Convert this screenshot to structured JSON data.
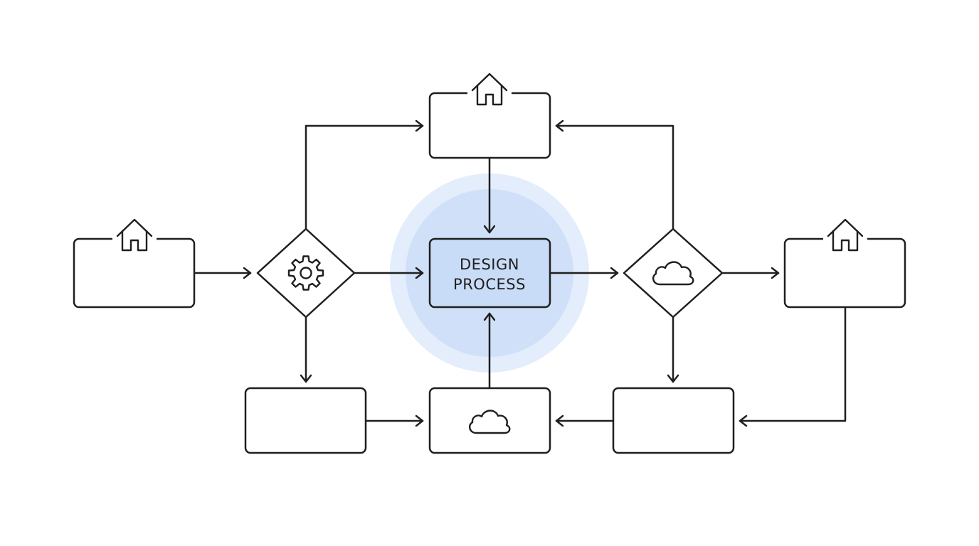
{
  "diagram": {
    "center_node": {
      "label_line1": "DESIGN",
      "label_line2": "PROCESS"
    },
    "highlight_color": "#c9dcf7",
    "glow_color": "#e3edfb",
    "stroke_color": "#1f1f1f",
    "nodes": [
      {
        "id": "left-box",
        "shape": "rect",
        "icon": "house-icon"
      },
      {
        "id": "top-box",
        "shape": "rect",
        "icon": "house-icon"
      },
      {
        "id": "right-box",
        "shape": "rect",
        "icon": "house-icon"
      },
      {
        "id": "gear-decision",
        "shape": "diamond",
        "icon": "gear-icon"
      },
      {
        "id": "cloud-decision",
        "shape": "diamond",
        "icon": "cloud-icon"
      },
      {
        "id": "center-box",
        "shape": "rect",
        "icon": ""
      },
      {
        "id": "bottom-left-box",
        "shape": "rect",
        "icon": ""
      },
      {
        "id": "bottom-center-box",
        "shape": "rect",
        "icon": "cloud-icon"
      },
      {
        "id": "bottom-right-box",
        "shape": "rect",
        "icon": ""
      }
    ],
    "edges": [
      {
        "from": "left-box",
        "to": "gear-decision"
      },
      {
        "from": "gear-decision",
        "to": "top-box"
      },
      {
        "from": "gear-decision",
        "to": "center-box"
      },
      {
        "from": "gear-decision",
        "to": "bottom-left-box"
      },
      {
        "from": "top-box",
        "to": "center-box"
      },
      {
        "from": "center-box",
        "to": "cloud-decision"
      },
      {
        "from": "cloud-decision",
        "to": "top-box"
      },
      {
        "from": "cloud-decision",
        "to": "right-box"
      },
      {
        "from": "cloud-decision",
        "to": "bottom-right-box"
      },
      {
        "from": "right-box",
        "to": "bottom-right-box"
      },
      {
        "from": "bottom-left-box",
        "to": "bottom-center-box"
      },
      {
        "from": "bottom-right-box",
        "to": "bottom-center-box"
      },
      {
        "from": "bottom-center-box",
        "to": "center-box"
      }
    ]
  }
}
